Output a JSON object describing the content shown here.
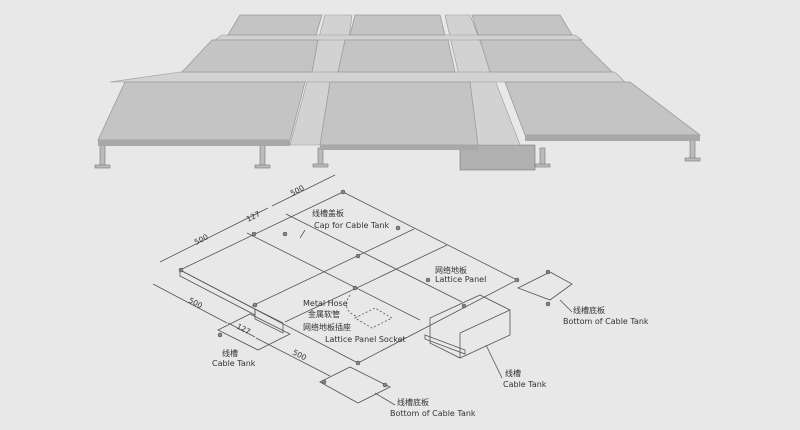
{
  "dimensions": {
    "d1": "500",
    "d2": "127",
    "d3": "500",
    "d4": "500",
    "d5": "127",
    "d6": "500"
  },
  "labels": {
    "cap_cn": "线槽盖板",
    "cap_en": "Cap for Cable Tank",
    "lattice_cn": "网络地板",
    "lattice_en": "Lattice Panel",
    "hose_en": "Metal Hose",
    "hose_cn": "金属软管",
    "socket_cn": "网络地板插座",
    "socket_en": "Lattice Panel Socket",
    "tank_left_cn": "线槽",
    "tank_left_en": "Cable Tank",
    "tank_right_cn": "线槽",
    "tank_right_en": "Cable Tank",
    "bottom_right_cn": "线槽底板",
    "bottom_right_en": "Bottom of Cable Tank",
    "bottom_center_cn": "线槽底板",
    "bottom_center_en": "Bottom of Cable Tank"
  },
  "colors": {
    "panel": "#c4c4c4",
    "panel_edge": "#9a9a9a",
    "background": "#e8e8e8"
  }
}
